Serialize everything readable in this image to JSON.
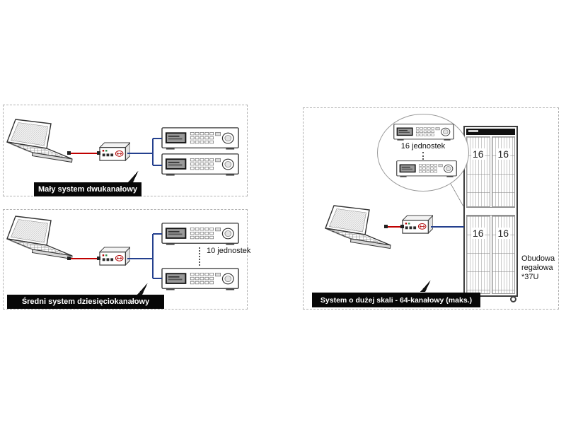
{
  "systems": {
    "small": {
      "label": "Mały system dwukanałowy"
    },
    "medium": {
      "label": "Średni system dziesięciokanałowy",
      "units_note": "10 jednostek"
    },
    "large": {
      "label": "System o dużej skali - 64-kanałowy  (maks.)",
      "callout_note": "16 jednostek",
      "rack_cells": [
        "16",
        "16",
        "16",
        "16"
      ],
      "rack_note_lines": [
        "Obudowa",
        "regałowa",
        "*37U"
      ]
    }
  },
  "colors": {
    "cable_red": "#c00000",
    "cable_blue": "#24408e",
    "banner_bg": "#070707",
    "banner_text": "#ffffff"
  }
}
